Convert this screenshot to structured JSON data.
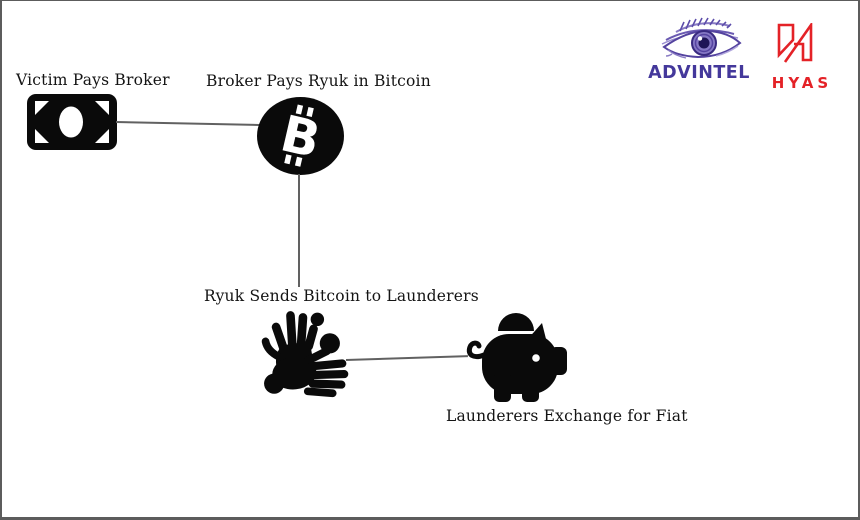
{
  "canvas": {
    "background": "#ffffff",
    "frame_color": "#5c5c5c"
  },
  "flow": {
    "icon_color": "#0a0a0a",
    "connector_color": "#616161",
    "nodes": [
      {
        "id": "victim",
        "label": "Victim Pays Broker",
        "icon": "money-bill-icon"
      },
      {
        "id": "broker",
        "label": "Broker Pays Ryuk in Bitcoin",
        "icon": "bitcoin-icon"
      },
      {
        "id": "launderers",
        "label": "Ryuk Sends Bitcoin to Launderers",
        "icon": "hands-wash-icon"
      },
      {
        "id": "exchange",
        "label": "Launderers Exchange for Fiat",
        "icon": "piggy-bank-icon"
      }
    ],
    "connectors": [
      {
        "from": "victim",
        "to": "broker"
      },
      {
        "from": "broker",
        "to": "launderers"
      },
      {
        "from": "launderers",
        "to": "exchange"
      }
    ]
  },
  "branding": {
    "advintel": {
      "label": "ADVINTEL",
      "color": "#44389b",
      "icon": "eye-icon"
    },
    "hyas": {
      "label": "HYAS",
      "color": "#e42227",
      "icon": "hyas-mark-icon"
    }
  }
}
